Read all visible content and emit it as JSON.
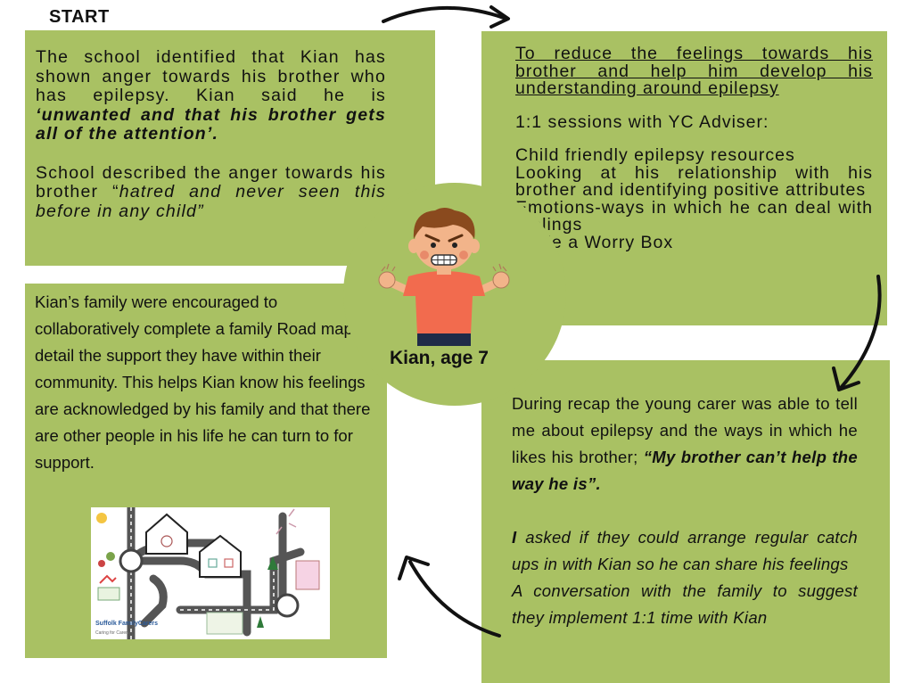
{
  "start_label": "START",
  "top_left": {
    "p1_plain": "The school identified that Kian has shown anger towards his brother who has epilepsy. Kian said he is ",
    "p1_bold_italic": "‘unwanted and that his brother gets all of the attention’.",
    "p2_plain": "School described the anger towards his brother “",
    "p2_italic": "hatred and never seen this before in any child”"
  },
  "top_right": {
    "heading": "To reduce the feelings towards his brother and help him develop his understanding around epilepsy",
    "sessions": "1:1 sessions with YC Adviser:",
    "items": [
      "Child friendly epilepsy resources",
      "Looking at his relationship with his brother and identifying positive attributes",
      "Emotions-ways in which he can deal with feelings",
      "Made a Worry Box"
    ]
  },
  "center": {
    "caption": "Kian, age 7"
  },
  "bottom_left": {
    "text": "Kian’s family were encouraged to collaboratively complete a family Road map to detail the support they have within their community. This helps Kian know his feelings are acknowledged by his family and that there are other people in his life he can turn to for support.",
    "logo_brand": "Suffolk FamilyCarers",
    "logo_tagline": "Caring for Carers"
  },
  "bottom_right": {
    "p1_plain": "During recap the young carer was able to tell me about epilepsy and the ways in which he likes his brother; ",
    "p1_bold_italic": "“My brother can’t help the way he is”.",
    "p2_bold_italic": "I",
    "p2_italic": " asked if they could arrange regular catch ups in with Kian so he can share his feelings",
    "p3_italic": "A conversation with the family to suggest they  implement 1:1 time with Kian"
  },
  "colors": {
    "box_green": "#a9c163",
    "arrow": "#111111",
    "skin": "#f2b48a",
    "shirt": "#f26b4e",
    "hair": "#8a4a1e"
  }
}
